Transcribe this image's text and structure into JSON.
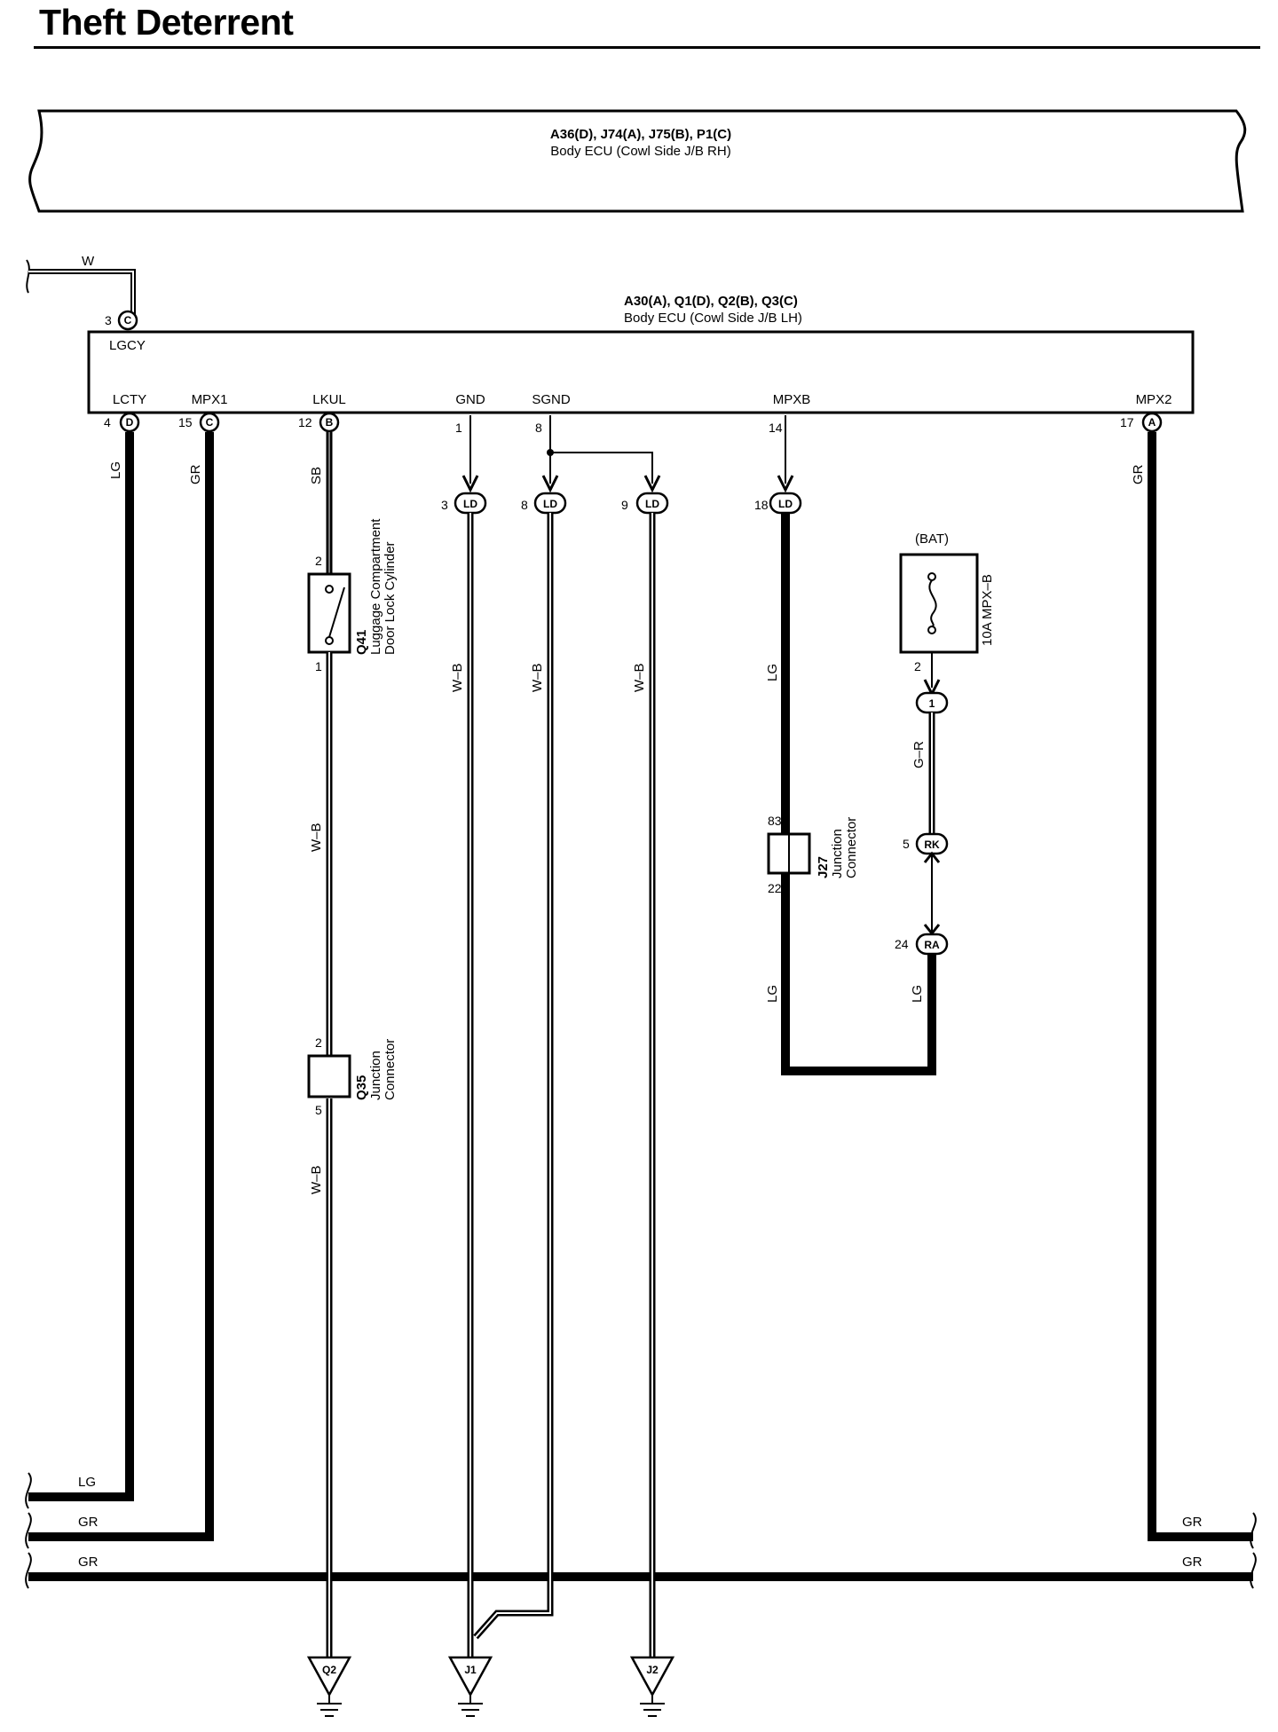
{
  "title": "Theft Deterrent",
  "ecu_rh": {
    "codes": "A36(D), J74(A), J75(B), P1(C)",
    "name": "Body ECU (Cowl Side J/B RH)"
  },
  "ecu_lh": {
    "codes": "A30(A), Q1(D), Q2(B), Q3(C)",
    "name": "Body ECU (Cowl Side J/B LH)"
  },
  "terminals": {
    "lgcy": {
      "label": "LGCY",
      "pin": "3",
      "conn": "C"
    },
    "lcty": {
      "label": "LCTY",
      "pin": "4",
      "conn": "D"
    },
    "mpx1": {
      "label": "MPX1",
      "pin": "15",
      "conn": "C"
    },
    "lkul": {
      "label": "LKUL",
      "pin": "12",
      "conn": "B"
    },
    "gnd": {
      "label": "GND",
      "pin": "1"
    },
    "sgnd": {
      "label": "SGND",
      "pin": "8"
    },
    "mpxb": {
      "label": "MPXB",
      "pin": "14"
    },
    "mpx2": {
      "label": "MPX2",
      "pin": "17",
      "conn": "A"
    }
  },
  "ld_connectors": [
    {
      "pin": "3",
      "label": "LD"
    },
    {
      "pin": "8",
      "label": "LD"
    },
    {
      "pin": "9",
      "label": "LD"
    },
    {
      "pin": "18",
      "label": "LD"
    }
  ],
  "wires": {
    "w": "W",
    "lg": "LG",
    "gr": "GR",
    "sb": "SB",
    "wb": "W–B",
    "gr_r": "G–R"
  },
  "q41": {
    "id": "Q41",
    "line1": "Luggage Compartment",
    "line2": "Door Lock Cylinder",
    "pin_top": "2",
    "pin_bot": "1"
  },
  "q35": {
    "id": "Q35",
    "line1": "Junction",
    "line2": "Connector",
    "pin_top": "2",
    "pin_bot": "5"
  },
  "j27": {
    "id": "J27",
    "line1": "Junction",
    "line2": "Connector",
    "pin_top": "83",
    "pin_bot": "22"
  },
  "fuse": {
    "source": "(BAT)",
    "label": "10A MPX–B",
    "pin": "2"
  },
  "fuse_connectors": [
    {
      "pin": "",
      "label": "1"
    },
    {
      "pin": "5",
      "label": "RK"
    },
    {
      "pin": "24",
      "label": "RA"
    }
  ],
  "grounds": [
    "Q2",
    "J1",
    "J2"
  ]
}
